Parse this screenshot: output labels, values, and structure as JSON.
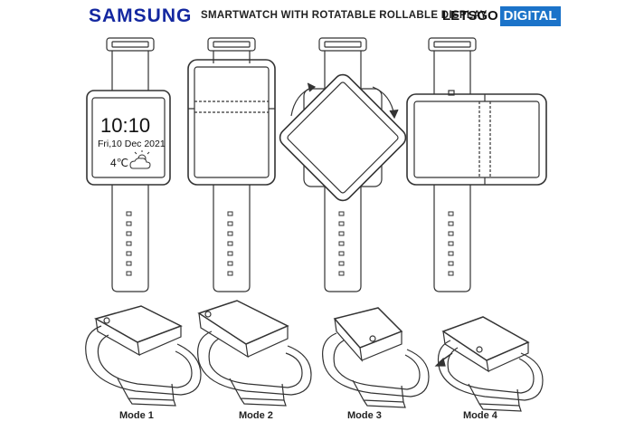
{
  "header": {
    "brand": "SAMSUNG",
    "title": "SMARTWATCH WITH ROTATABLE ROLLABLE DISPLAY",
    "logo_text": "LETSGO",
    "logo_highlight": "DIGITAL"
  },
  "watch_face": {
    "time": "10:10",
    "date": "Fri,10 Dec 2021",
    "temperature": "4℃",
    "weather_icon": "cloud-sun-icon"
  },
  "modes": [
    "Mode 1",
    "Mode 2",
    "Mode 3",
    "Mode 4"
  ],
  "colors": {
    "brand_blue": "#1428a0",
    "logo_blue": "#1b73c9",
    "line": "#333333"
  }
}
